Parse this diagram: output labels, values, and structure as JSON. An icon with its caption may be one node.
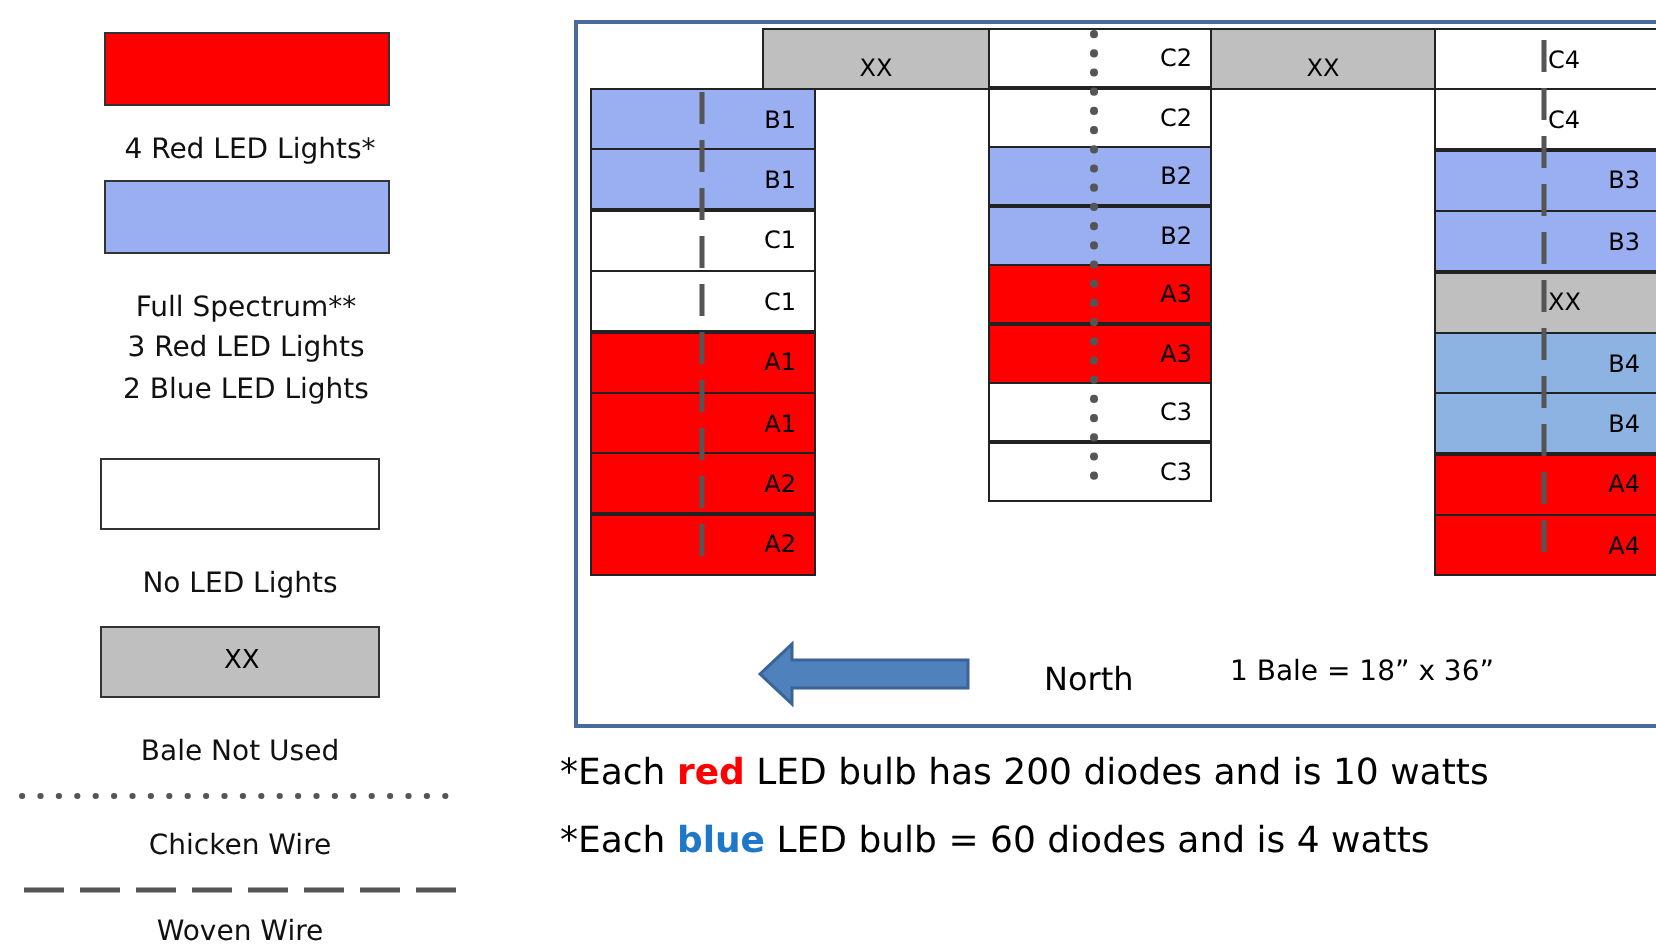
{
  "diagram": {
    "nodes": [
      {
        "text": [
          "B1"
        ]
      },
      {
        "text": [
          "B1"
        ]
      },
      {
        "text": [
          "C1"
        ]
      },
      {
        "text": [
          "C1"
        ]
      },
      {
        "text": [
          "A1"
        ]
      },
      {
        "text": [
          "A1"
        ]
      },
      {
        "text": [
          "A2"
        ]
      },
      {
        "text": [
          "A2"
        ]
      },
      {
        "text": [
          "XX"
        ]
      },
      {
        "text": [
          "C2"
        ]
      },
      {
        "text": [
          "C2"
        ]
      },
      {
        "text": [
          "B2"
        ]
      },
      {
        "text": [
          "B2"
        ]
      },
      {
        "text": [
          "A3"
        ]
      },
      {
        "text": [
          "A3"
        ]
      },
      {
        "text": [
          "C3"
        ]
      },
      {
        "text": [
          "C3"
        ]
      },
      {
        "text": [
          "XX"
        ]
      },
      {
        "text": [
          "C4"
        ]
      },
      {
        "text": [
          "C4"
        ]
      },
      {
        "text": [
          "B3"
        ]
      },
      {
        "text": [
          "B3"
        ]
      },
      {
        "text": [
          "XX"
        ]
      },
      {
        "text": [
          "B4"
        ]
      },
      {
        "text": [
          "B4"
        ]
      },
      {
        "text": [
          "A4"
        ]
      },
      {
        "text": [
          "A4"
        ]
      }
    ],
    "edges": [],
    "labels": [
      "XX",
      "North",
      "1 Bale = 18” x 36”",
      "*Each **red** LED bulb has 200 diodes and is 10 watts",
      "*Each **blue** LED bulb = 60 diodes and is 4 watts"
    ],
    "legend": [
      {
        "text": "4 Red LED Lights*",
        "color": "#ff0000"
      },
      {
        "text": "Full Spectrum** 3 Red LED Lights 2 Blue LED Lights",
        "color": "#9aaef2"
      },
      {
        "text": "No LED Lights",
        "color": "#ffffff"
      },
      {
        "text": "Bale Not Used",
        "color": "#bfbfbf"
      },
      {
        "text": "Chicken Wire"
      },
      {
        "text": "Woven Wire"
      }
    ]
  }
}
